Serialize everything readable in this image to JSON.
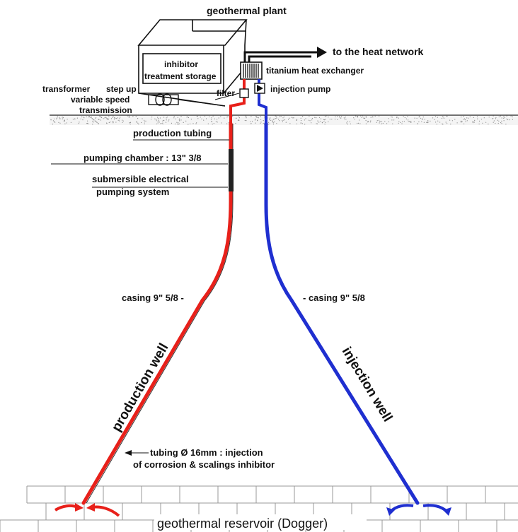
{
  "labels": {
    "plant": "geothermal plant",
    "heat_network": "to the heat network",
    "inhibitor_1": "inhibitor",
    "inhibitor_2": "treatment storage",
    "heat_exchanger": "titanium heat exchanger",
    "transformer_1": "transformer",
    "step_up": "step up",
    "transformer_2": "variable speed",
    "transformer_3": "transmission",
    "filter": "filter",
    "injection_pump": "injection pump",
    "production_tubing": "production tubing",
    "pumping_chamber": "pumping chamber : 13\" 3/8",
    "submersible_1": "submersible electrical",
    "submersible_2": "pumping system",
    "casing_left": "casing  9\" 5/8 -",
    "casing_right": "- casing  9\" 5/8",
    "production_well": "production well",
    "injection_well": "injection well",
    "tubing_1": "tubing Ø 16mm : injection",
    "tubing_2": "of corrosion & scalings inhibitor",
    "reservoir": "geothermal reservoir (Dogger)"
  },
  "colors": {
    "production": "#e8201a",
    "injection": "#1f2fd0",
    "ink": "#111111"
  },
  "icons": {
    "transformer": "transformer-coil-icon",
    "pump": "injection-pump-icon",
    "filter": "filter-box-icon",
    "exchanger": "heat-exchanger-icon"
  }
}
